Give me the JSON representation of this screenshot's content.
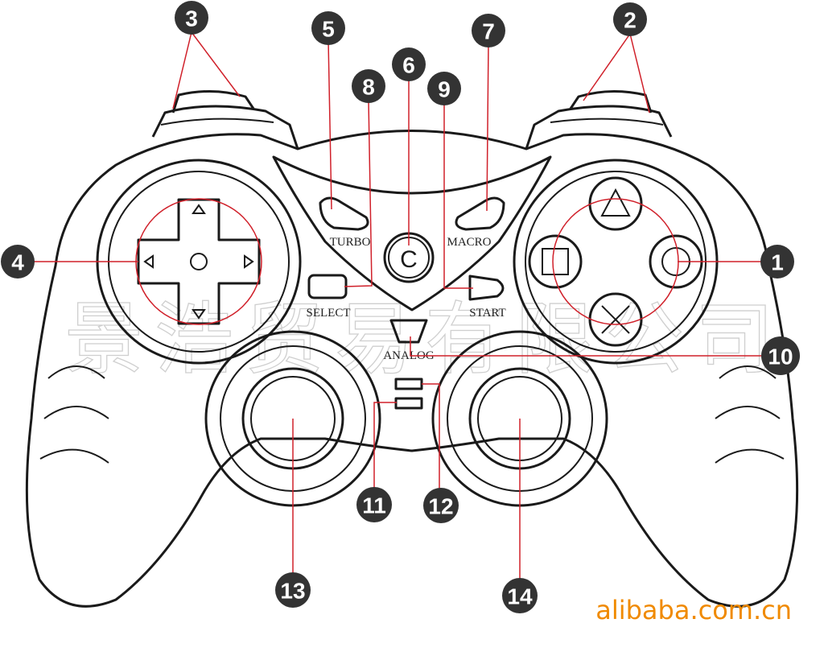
{
  "labels": {
    "turbo": "TURBO",
    "macro": "MACRO",
    "select": "SELECT",
    "start": "START",
    "analog": "ANALOG",
    "clear": "C"
  },
  "watermark": "景浩贸易有限公司",
  "brand": "alibaba.com.cn",
  "callouts": [
    "1",
    "2",
    "3",
    "4",
    "5",
    "6",
    "7",
    "8",
    "9",
    "10",
    "11",
    "12",
    "13",
    "14"
  ],
  "colors": {
    "leader": "#d0202a",
    "badge": "#333333",
    "brand": "#f08a00"
  }
}
